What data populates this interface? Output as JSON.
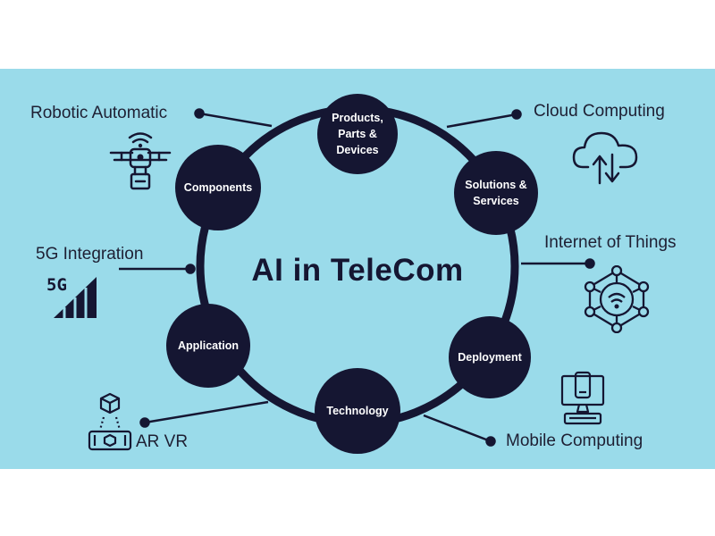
{
  "center": {
    "title": "AI in TeleCom"
  },
  "nodes": {
    "products": "Products, Parts & Devices",
    "solutions": "Solutions & Services",
    "deployment": "Deployment",
    "technology": "Technology",
    "application": "Application",
    "components": "Components"
  },
  "labels": {
    "robotic": "Robotic Automatic",
    "cloud": "Cloud Computing",
    "fiveg": "5G Integration",
    "iot": "Internet of Things",
    "arvr": "AR VR",
    "mobile": "Mobile Computing"
  },
  "icons": {
    "fiveg_text": "5G"
  },
  "colors": {
    "background": "#9adbea",
    "node": "#151632",
    "text": "#1e1f33"
  }
}
